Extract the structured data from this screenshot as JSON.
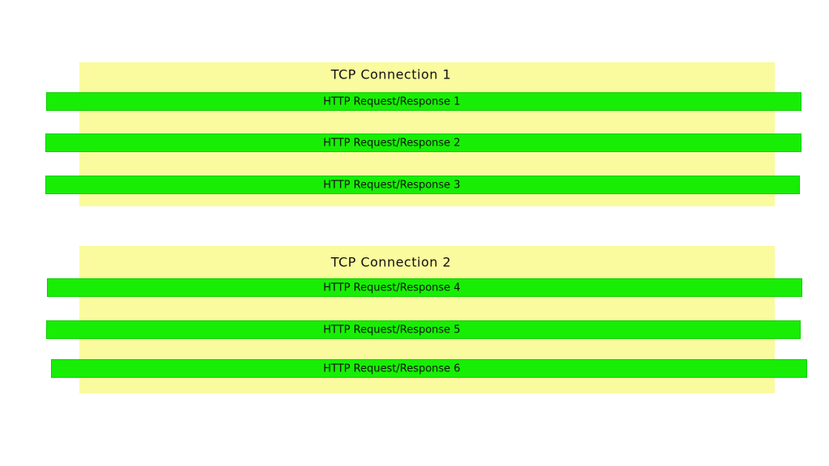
{
  "diagram": {
    "colors": {
      "background": "#ffffff",
      "connection_fill": "#fafa9e",
      "request_fill": "#18ee05",
      "label_text": "#111111"
    },
    "connections": [
      {
        "title": "TCP Connection 1",
        "requests": [
          "HTTP Request/Response 1",
          "HTTP Request/Response 2",
          "HTTP Request/Response 3"
        ]
      },
      {
        "title": "TCP Connection 2",
        "requests": [
          "HTTP Request/Response 4",
          "HTTP Request/Response 5",
          "HTTP Request/Response 6"
        ]
      }
    ]
  }
}
